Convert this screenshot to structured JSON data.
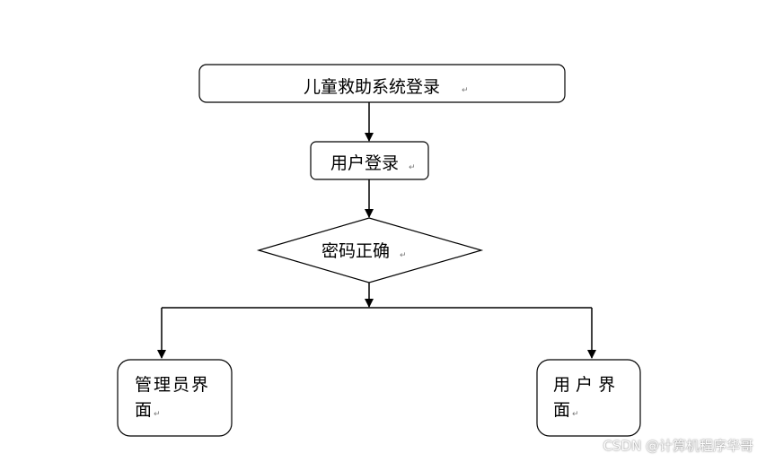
{
  "diagram": {
    "nodes": {
      "start": {
        "label": "儿童救助系统登录"
      },
      "login": {
        "label": "用户登录"
      },
      "decision": {
        "label": "密码正确"
      },
      "admin": {
        "line1": "管理员界",
        "line2": "面"
      },
      "user": {
        "line1": "用 户 界",
        "line2": "面"
      }
    },
    "paragraph_mark": "↵"
  },
  "watermark": "CSDN @计算机程序华哥"
}
